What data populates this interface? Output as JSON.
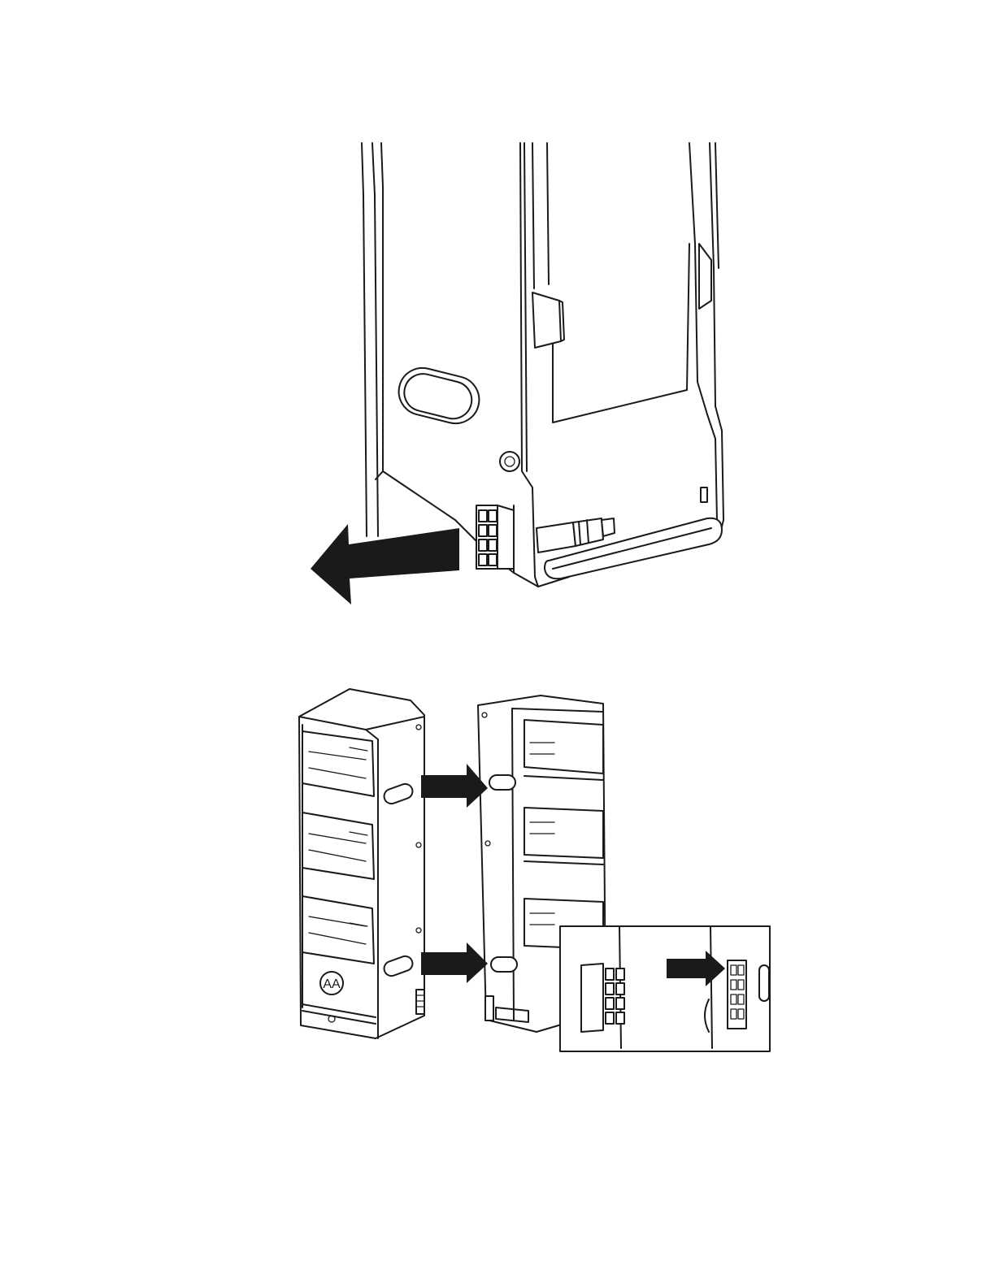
{
  "figure_top": {
    "subject": "charger-rear-connector",
    "arrow_direction": "left"
  },
  "figure_bottom": {
    "subject": "two-chargers-side-by-side",
    "logo_text": "AA",
    "inset": {
      "arrow_direction": "right"
    }
  },
  "colors": {
    "line": "#1a1a1a",
    "background": "#ffffff",
    "arrow": "#1a1a1a"
  }
}
